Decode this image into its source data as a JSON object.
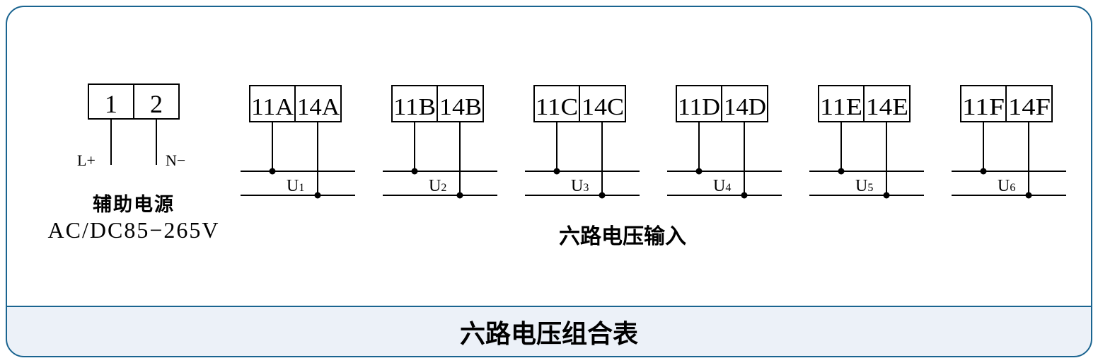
{
  "colors": {
    "border": "#1a6490",
    "footer_bg": "#ecf1f8",
    "line": "#000000"
  },
  "power": {
    "terminals": [
      "1",
      "2"
    ],
    "left_label": "L+",
    "right_label": "N−",
    "title": "辅助电源",
    "spec": "AC/DC85−265V"
  },
  "inputs": [
    {
      "left": "11A",
      "right": "14A",
      "label": "U",
      "sub": "1"
    },
    {
      "left": "11B",
      "right": "14B",
      "label": "U",
      "sub": "2"
    },
    {
      "left": "11C",
      "right": "14C",
      "label": "U",
      "sub": "3"
    },
    {
      "left": "11D",
      "right": "14D",
      "label": "U",
      "sub": "4"
    },
    {
      "left": "11E",
      "right": "14E",
      "label": "U",
      "sub": "5"
    },
    {
      "left": "11F",
      "right": "14F",
      "label": "U",
      "sub": "6"
    }
  ],
  "inputs_title": "六路电压输入",
  "footer_title": "六路电压组合表"
}
